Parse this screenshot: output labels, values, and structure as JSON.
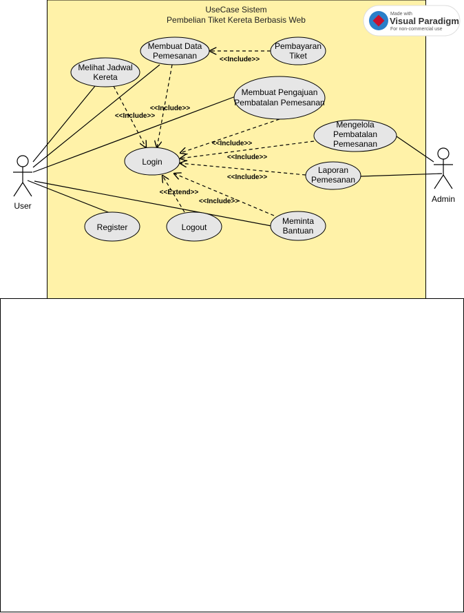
{
  "diagram": {
    "title_line1": "UseCase Sistem",
    "title_line2": "Pembelian Tiket Kereta Berbasis Web",
    "actors": {
      "user": "User",
      "admin": "Admin"
    },
    "use_cases": {
      "membuat_data_pemesanan": [
        "Membuat Data",
        "Pemesanan"
      ],
      "pembayaran_tiket": [
        "Pembayaran",
        "Tiket"
      ],
      "melihat_jadwal_kereta": [
        "Melihat Jadwal",
        "Kereta"
      ],
      "membuat_pengajuan": [
        "Membuat Pengajuan",
        "Pembatalan Pemesanan"
      ],
      "mengelola_pembatalan": [
        "Mengelola",
        "Pembatalan",
        "Pemesanan"
      ],
      "login": [
        "Login"
      ],
      "laporan_pemesanan": [
        "Laporan",
        "Pemesanan"
      ],
      "register": [
        "Register"
      ],
      "logout": [
        "Logout"
      ],
      "meminta_bantuan": [
        "Meminta",
        "Bantuan"
      ]
    },
    "relations": {
      "include": "<<Include>>",
      "extend": "<<Extend>>"
    },
    "colors": {
      "boundary_fill": "#fff2a8",
      "usecase_fill": "#e6e6e6",
      "stroke": "#000000"
    }
  },
  "watermark": {
    "made_with": "Made with",
    "brand": "Visual Paradigm",
    "note": "For non-commercial use"
  }
}
